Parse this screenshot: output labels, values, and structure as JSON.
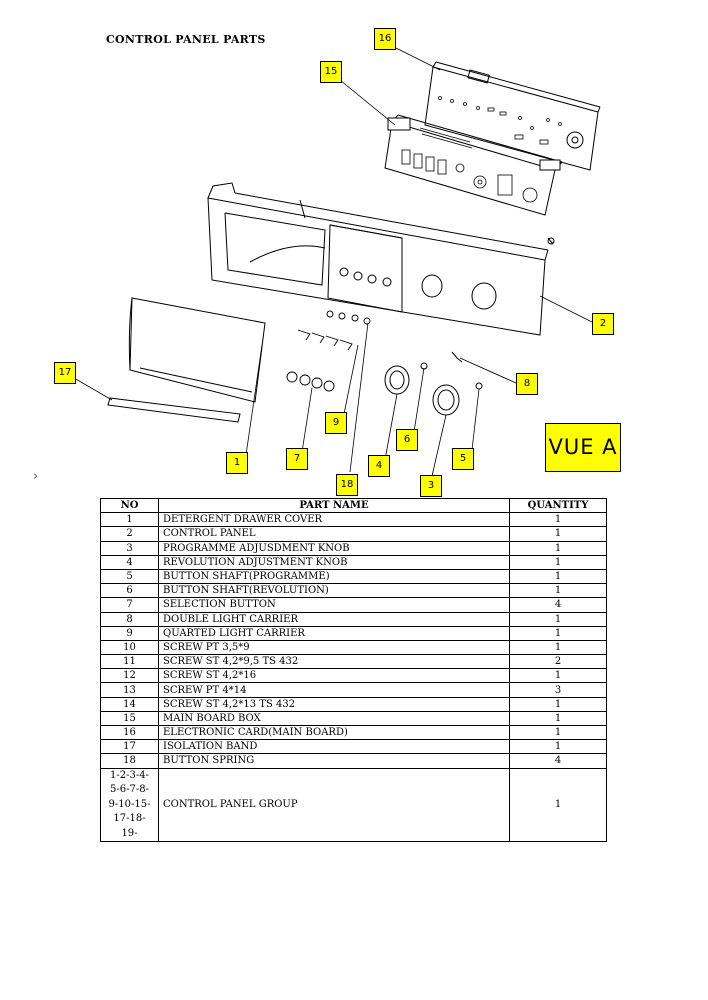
{
  "title": "CONTROL PANEL PARTS",
  "view_label": "VUE A",
  "side_marker": "›",
  "callouts": [
    {
      "id": "16",
      "label": "16"
    },
    {
      "id": "15",
      "label": "15"
    },
    {
      "id": "2",
      "label": "2"
    },
    {
      "id": "17",
      "label": "17"
    },
    {
      "id": "8",
      "label": "8"
    },
    {
      "id": "9",
      "label": "9"
    },
    {
      "id": "6",
      "label": "6"
    },
    {
      "id": "1",
      "label": "1"
    },
    {
      "id": "7",
      "label": "7"
    },
    {
      "id": "4",
      "label": "4"
    },
    {
      "id": "5",
      "label": "5"
    },
    {
      "id": "18",
      "label": "18"
    },
    {
      "id": "3",
      "label": "3"
    }
  ],
  "table": {
    "headers": [
      "NO",
      "PART NAME",
      "QUANTITY"
    ],
    "rows": [
      {
        "no": "1",
        "name": "DETERGENT DRAWER COVER",
        "qty": "1"
      },
      {
        "no": "2",
        "name": "CONTROL PANEL",
        "qty": "1"
      },
      {
        "no": "3",
        "name": "PROGRAMME ADJUSDMENT KNOB",
        "qty": "1"
      },
      {
        "no": "4",
        "name": "REVOLUTION ADJUSTMENT KNOB",
        "qty": "1"
      },
      {
        "no": "5",
        "name": "BUTTON SHAFT(PROGRAMME)",
        "qty": "1"
      },
      {
        "no": "6",
        "name": "BUTTON SHAFT(REVOLUTION)",
        "qty": "1"
      },
      {
        "no": "7",
        "name": "SELECTION BUTTON",
        "qty": "4"
      },
      {
        "no": "8",
        "name": "DOUBLE LIGHT CARRIER",
        "qty": "1"
      },
      {
        "no": "9",
        "name": "QUARTED LIGHT CARRIER",
        "qty": "1"
      },
      {
        "no": "10",
        "name": "SCREW PT 3,5*9",
        "qty": "1"
      },
      {
        "no": "11",
        "name": "SCREW ST 4,2*9,5 TS 432",
        "qty": "2"
      },
      {
        "no": "12",
        "name": "SCREW ST 4,2*16",
        "qty": "1"
      },
      {
        "no": "13",
        "name": "SCREW PT 4*14",
        "qty": "3"
      },
      {
        "no": "14",
        "name": "SCREW ST 4,2*13 TS 432",
        "qty": "1"
      },
      {
        "no": "15",
        "name": "MAIN BOARD BOX",
        "qty": "1"
      },
      {
        "no": "16",
        "name": "ELECTRONIC CARD(MAIN BOARD)",
        "qty": "1"
      },
      {
        "no": "17",
        "name": "ISOLATION BAND",
        "qty": "1"
      },
      {
        "no": "18",
        "name": "BUTTON SPRING",
        "qty": "4"
      }
    ],
    "group_row": {
      "no_lines": [
        "1-2-3-4-",
        "5-6-7-8-",
        "9-10-15-",
        "17-18-",
        "19-"
      ],
      "name": "CONTROL PANEL GROUP",
      "qty": "1"
    }
  }
}
